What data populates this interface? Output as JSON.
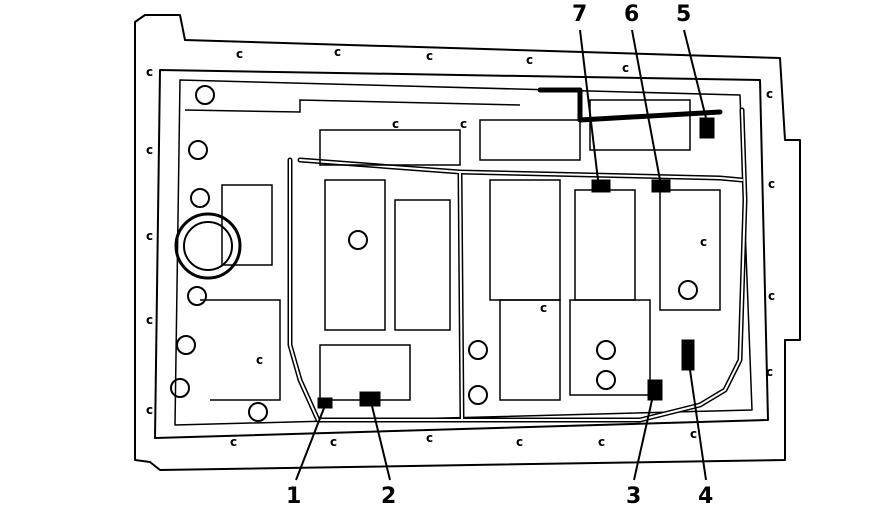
{
  "callouts": [
    {
      "id": "1",
      "label": "1"
    },
    {
      "id": "2",
      "label": "2"
    },
    {
      "id": "3",
      "label": "3"
    },
    {
      "id": "4",
      "label": "4"
    },
    {
      "id": "5",
      "label": "5"
    },
    {
      "id": "6",
      "label": "6"
    },
    {
      "id": "7",
      "label": "7"
    }
  ],
  "bolt_marker": "c",
  "colors": {
    "line": "#000000",
    "background": "#ffffff"
  }
}
